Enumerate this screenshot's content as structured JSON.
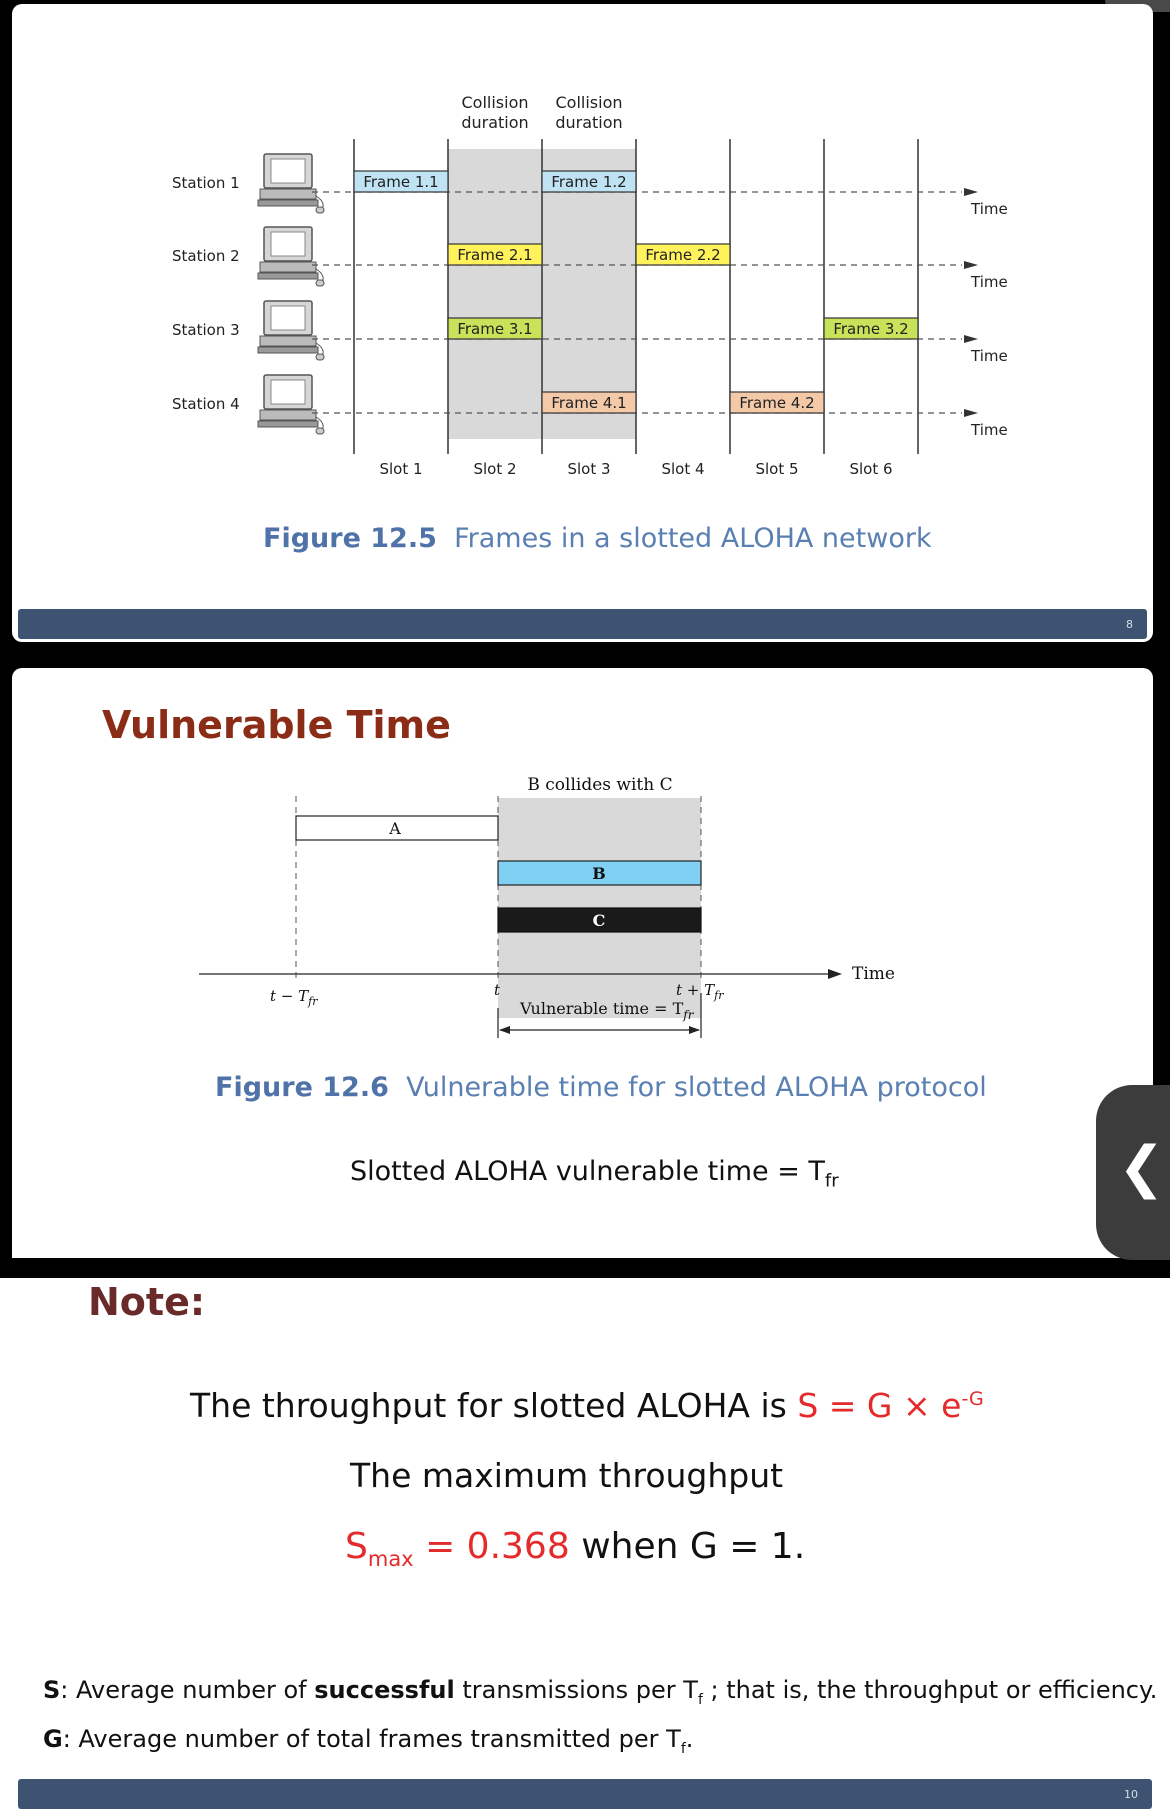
{
  "slide1": {
    "diagram": {
      "collision_labels": [
        [
          "Collision",
          "duration"
        ],
        [
          "Collision",
          "duration"
        ]
      ],
      "stations": [
        "Station 1",
        "Station 2",
        "Station 3",
        "Station 4"
      ],
      "time_label": "Time",
      "frames": [
        {
          "label": "Frame 1.1",
          "station": 1,
          "slot": 1,
          "color": "#bfe3f2"
        },
        {
          "label": "Frame 1.2",
          "station": 1,
          "slot": 3,
          "color": "#bfe3f2"
        },
        {
          "label": "Frame 2.1",
          "station": 2,
          "slot": 2,
          "color": "#fff25a"
        },
        {
          "label": "Frame 2.2",
          "station": 2,
          "slot": 4,
          "color": "#fff25a"
        },
        {
          "label": "Frame 3.1",
          "station": 3,
          "slot": 2,
          "color": "#c8e35a"
        },
        {
          "label": "Frame 3.2",
          "station": 3,
          "slot": 6,
          "color": "#c8e35a"
        },
        {
          "label": "Frame 4.1",
          "station": 4,
          "slot": 3,
          "color": "#f3c9a8"
        },
        {
          "label": "Frame 4.2",
          "station": 4,
          "slot": 5,
          "color": "#f3c9a8"
        }
      ],
      "slots": [
        "Slot 1",
        "Slot 2",
        "Slot 3",
        "Slot 4",
        "Slot 5",
        "Slot 6"
      ]
    },
    "caption_num": "Figure 12.5",
    "caption_text": "Frames in a slotted ALOHA network",
    "page_number": "8"
  },
  "slide2": {
    "title": "Vulnerable Time",
    "diagram": {
      "collide_label": "B collides with C",
      "frame_a": "A",
      "frame_b": "B",
      "frame_c": "C",
      "time_label": "Time",
      "t_minus": "t − T",
      "t_minus_sub": "fr",
      "t_label": "t",
      "t_plus": "t + T",
      "t_plus_sub": "fr",
      "vuln_label": "Vulnerable time = T",
      "vuln_sub": "fr"
    },
    "caption_num": "Figure 12.6",
    "caption_text": "Vulnerable time for slotted ALOHA protocol",
    "formula_text": "Slotted ALOHA vulnerable time = T",
    "formula_sub": "fr"
  },
  "slide3": {
    "note_label": "Note:",
    "throughput_prefix": "The throughput for slotted ALOHA is ",
    "throughput_formula": "S = G × e",
    "throughput_exp": "-G",
    "max_line": "The maximum throughput",
    "smax_s": "S",
    "smax_sub": "max",
    "smax_val": " = 0.368",
    "smax_rest": " when G = 1.",
    "def_s_key": "S",
    "def_s_pre": ": Average number of ",
    "def_s_bold": "successful",
    "def_s_post": " transmissions per T",
    "def_s_sub": "f",
    "def_s_end": " ; that is, the throughput or efficiency.",
    "def_g_key": "G",
    "def_g_text": ": Average number of total frames transmitted per T",
    "def_g_sub": "f",
    "def_g_end": ".",
    "page_number": "10"
  },
  "nav": {
    "back_glyph": "❮"
  }
}
